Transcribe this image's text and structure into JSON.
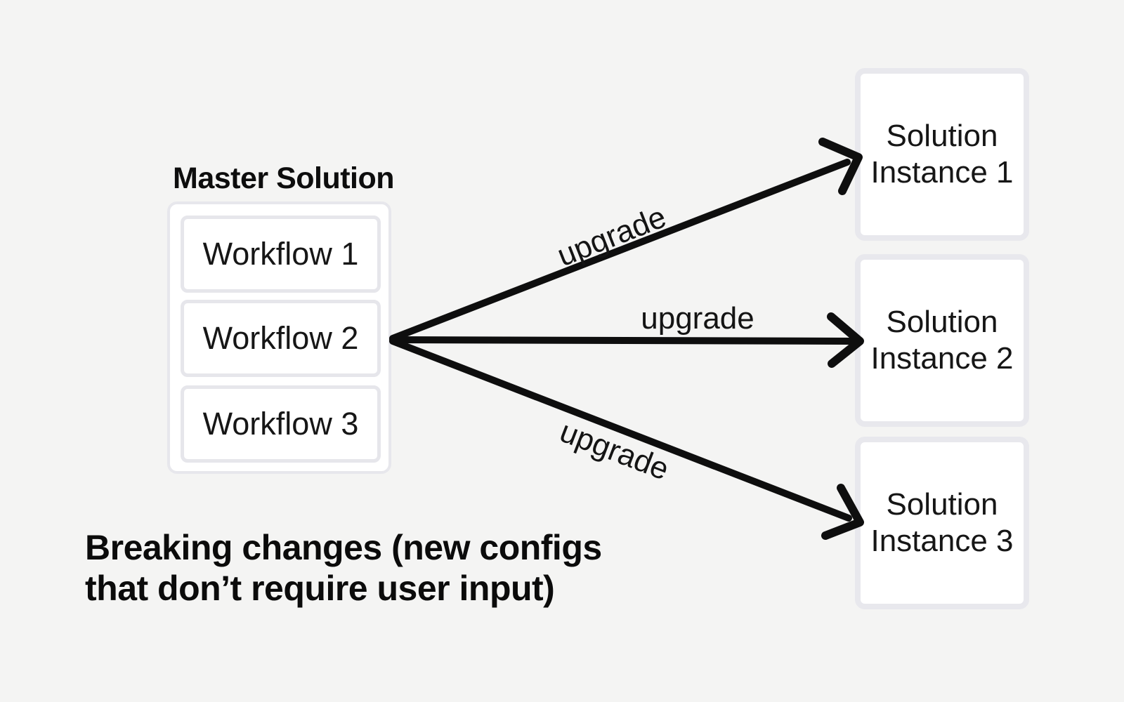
{
  "colors": {
    "background": "#f4f4f3",
    "box_fill": "#ffffff",
    "box_border": "#e7e7ec",
    "arrow": "#0e0e0e",
    "text": "#141414"
  },
  "master": {
    "title": "Master Solution",
    "workflows": [
      {
        "label": "Workflow 1"
      },
      {
        "label": "Workflow 2"
      },
      {
        "label": "Workflow 3"
      }
    ]
  },
  "instances": [
    {
      "line1": "Solution",
      "line2": "Instance 1"
    },
    {
      "line1": "Solution",
      "line2": "Instance 2"
    },
    {
      "line1": "Solution",
      "line2": "Instance 3"
    }
  ],
  "edges": [
    {
      "label": "upgrade",
      "from": "Workflow 2",
      "to": "Solution Instance 1"
    },
    {
      "label": "upgrade",
      "from": "Workflow 2",
      "to": "Solution Instance 2"
    },
    {
      "label": "upgrade",
      "from": "Workflow 2",
      "to": "Solution Instance 3"
    }
  ],
  "caption": {
    "line1": "Breaking changes (new configs",
    "line2": "that don’t require user input)"
  }
}
